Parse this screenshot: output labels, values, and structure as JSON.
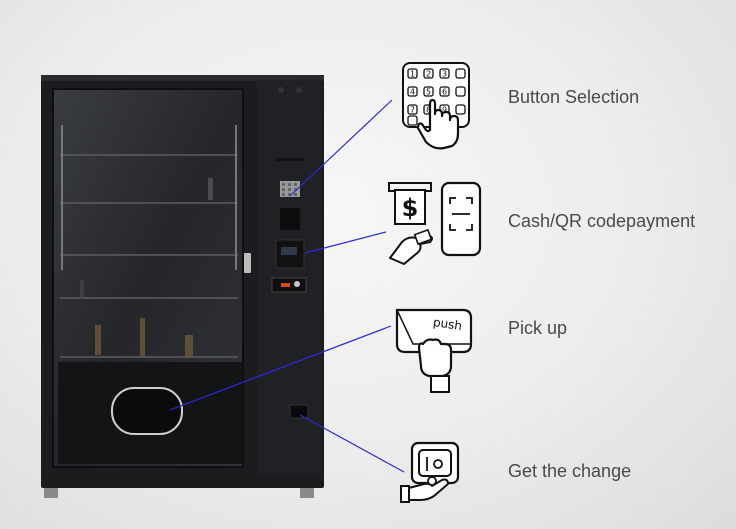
{
  "features": [
    {
      "label": "Button Selection",
      "icon": "keypad-press-icon"
    },
    {
      "label": "Cash/QR codepayment",
      "icon": "cash-and-phone-qr-icon"
    },
    {
      "label": "Pick up",
      "icon": "push-flap-icon"
    },
    {
      "label": "Get the change",
      "icon": "coin-return-icon"
    }
  ],
  "keypad": {
    "keys": [
      "1",
      "2",
      "3",
      "4",
      "5",
      "6",
      "7",
      "8",
      "9"
    ]
  },
  "cash_icon": {
    "symbol": "$"
  },
  "pickup_icon": {
    "text": "push"
  },
  "colors": {
    "cabinet": "#1b1c1e",
    "callout_line": "#2b2bd6",
    "label": "#4a4a4a",
    "background": "#ececec"
  }
}
